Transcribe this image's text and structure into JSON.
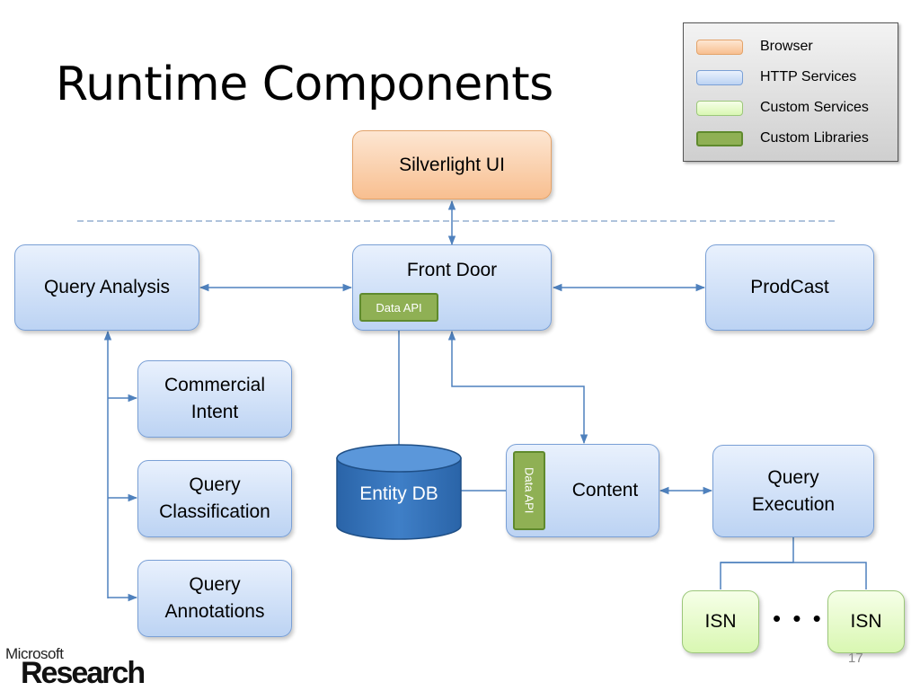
{
  "title": "Runtime Components",
  "legend": [
    {
      "label": "Browser",
      "fill": "#fbd3b0",
      "stroke": "#e3a36a"
    },
    {
      "label": "HTTP Services",
      "fill": "#d6e4f8",
      "stroke": "#7aa0d6"
    },
    {
      "label": "Custom Services",
      "fill": "#e6fbc8",
      "stroke": "#9cc77a"
    },
    {
      "label": "Custom Libraries",
      "fill": "#8fb054",
      "stroke": "#5f8a2d"
    }
  ],
  "nodes": {
    "silverlight_ui": "Silverlight UI",
    "front_door": "Front Door",
    "front_door_lib": "Data API",
    "query_analysis": "Query Analysis",
    "prodcast": "ProdCast",
    "commercial_intent": "Commercial Intent",
    "query_classification": "Query Classification",
    "query_annotations": "Query Annotations",
    "entity_db": "Entity DB",
    "content": "Content",
    "content_lib": "Data API",
    "query_execution": "Query Execution",
    "isn_1": "ISN",
    "isn_2": "ISN",
    "ellipsis": "• • •"
  },
  "page_number": "17",
  "logo": {
    "line1": "Microsoft",
    "line2": "Research"
  },
  "colors": {
    "connector": "#4f81bd",
    "db_fill": "#2f6db5",
    "db_top": "#4f8fd6"
  }
}
